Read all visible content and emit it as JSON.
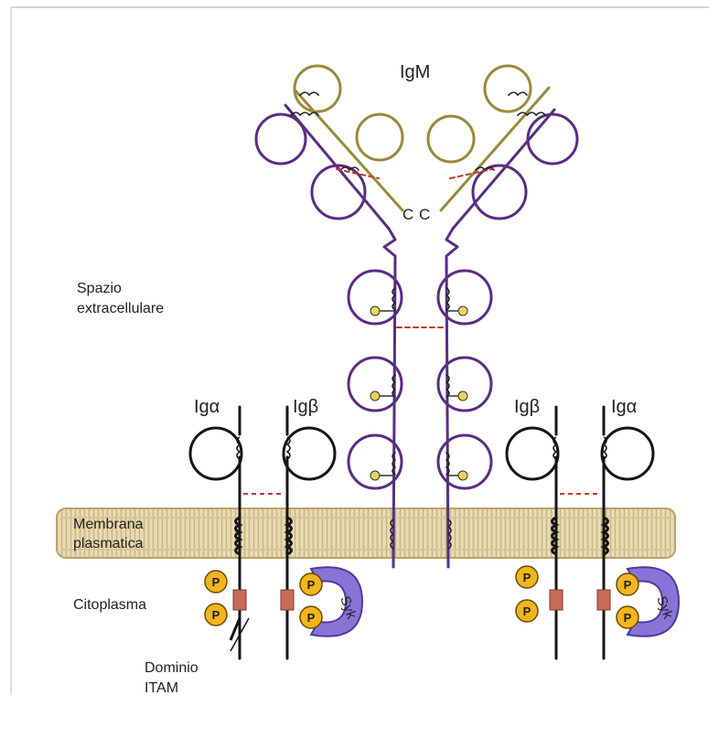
{
  "labels": {
    "igm": "IgM",
    "c_left": "C",
    "c_right": "C",
    "extracellular_line1": "Spazio",
    "extracellular_line2": "extracellulare",
    "ig_alpha_left": "Igα",
    "ig_beta_left": "Igβ",
    "ig_beta_right": "Igβ",
    "ig_alpha_right": "Igα",
    "membrane_line1": "Membrana",
    "membrane_line2": "plasmatica",
    "cytoplasm": "Citoplasma",
    "itam_line1": "Dominio",
    "itam_line2": "ITAM",
    "phospho": "P",
    "syk": "Syk"
  },
  "colors": {
    "heavy_chain": "#5a2d82",
    "light_chain": "#9a8a3c",
    "accessory_chain": "#151515",
    "disulfide": "#c0392b",
    "membrane_fill": "#e9dcb4",
    "membrane_stripe": "#c9b783",
    "phospho_fill": "#f2b51c",
    "syk_fill": "#8a73d6",
    "itam_fill": "#c86a5a",
    "knob": "#e9d55a"
  }
}
